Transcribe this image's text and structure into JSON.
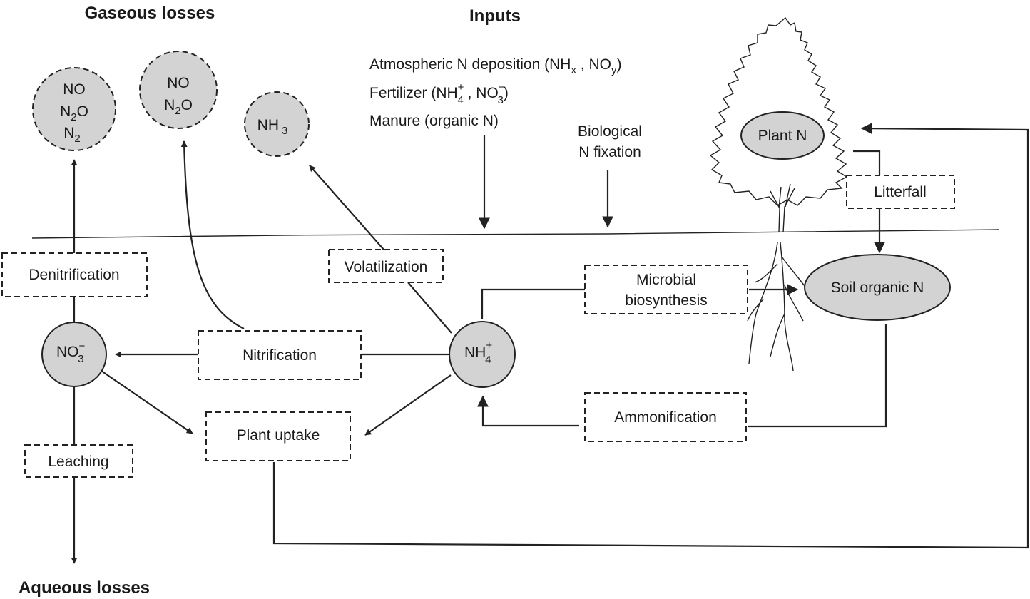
{
  "headings": {
    "gaseous": "Gaseous losses",
    "inputs": "Inputs",
    "aqueous": "Aqueous losses"
  },
  "inputs": {
    "atmospheric_prefix": "Atmospheric N deposition (NH",
    "atmospheric_sub_x": "x",
    "atmospheric_mid": " , NO",
    "atmospheric_sub_y": "y",
    "atmospheric_close": ")",
    "fertilizer_prefix": "Fertilizer (NH",
    "fertilizer_sup_plus": "+",
    "fertilizer_sub_4": "4",
    "fertilizer_mid": " , NO",
    "fertilizer_sup_minus": "−",
    "fertilizer_sub_3": "3",
    "fertilizer_close": ")",
    "manure": "Manure (organic N)",
    "bio_fix_line1": "Biological",
    "bio_fix_line2": "N fixation"
  },
  "gas_pools": {
    "pool1": {
      "line1": "NO",
      "line2_main": "N",
      "line2_sub": "2",
      "line2_end": "O",
      "line3_main": "N",
      "line3_sub": "2"
    },
    "pool2": {
      "line1": "NO",
      "line2_main": "N",
      "line2_sub": "2",
      "line2_end": "O"
    },
    "pool3": {
      "main": "NH",
      "sub": "3"
    }
  },
  "soil_pools": {
    "nitrate": {
      "main": "NO",
      "sup": "−",
      "sub": "3"
    },
    "ammonium": {
      "main": "NH",
      "sup": "+",
      "sub": "4"
    },
    "plant_n": "Plant N",
    "soil_organic_n": "Soil organic N"
  },
  "processes": {
    "denitrification": "Denitrification",
    "volatilization": "Volatilization",
    "microbial_line1": "Microbial",
    "microbial_line2": "biosynthesis",
    "nitrification": "Nitrification",
    "plant_uptake": "Plant uptake",
    "leaching": "Leaching",
    "ammonification": "Ammonification",
    "litterfall": "Litterfall"
  },
  "colors": {
    "pool_fill": "#d3d3d3",
    "stroke": "#222222"
  }
}
